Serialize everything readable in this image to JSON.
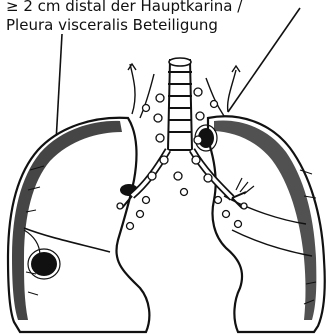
{
  "figure": {
    "caption_line_1": "≥ 2 cm distal der Hauptkarina /",
    "caption_line_2": "Pleura visceralis Beteiligung"
  },
  "colors": {
    "ink": "#111111",
    "background": "#ffffff",
    "pleura_fill": "#2b2b2b"
  },
  "icons": [
    "lungs-illustration",
    "tumor-marker",
    "leader-line"
  ]
}
